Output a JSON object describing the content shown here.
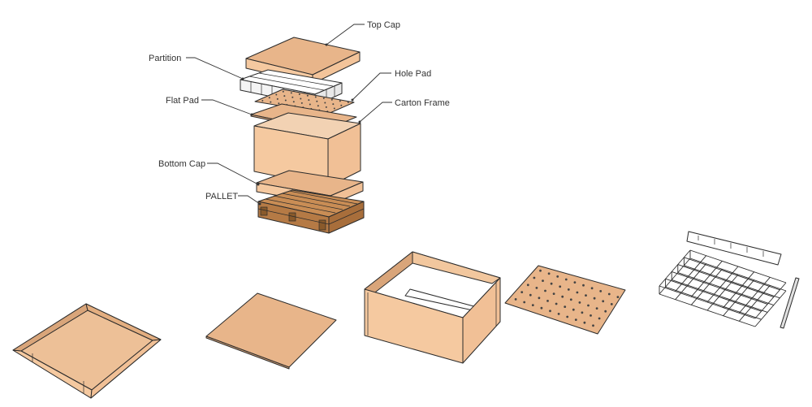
{
  "labels": {
    "top_cap": "Top Cap",
    "partition": "Partition",
    "hole_pad": "Hole Pad",
    "flat_pad": "Flat Pad",
    "carton_frame": "Carton Frame",
    "bottom_cap": "Bottom Cap",
    "pallet": "PALLET"
  },
  "colors": {
    "cardboard_top": "#e8b58a",
    "cardboard_side": "#f5c9a0",
    "cardboard_dark": "#d9a57a",
    "wood": "#c98d55",
    "wood_dark": "#8a5a2b",
    "outline": "#2b2b2b"
  }
}
